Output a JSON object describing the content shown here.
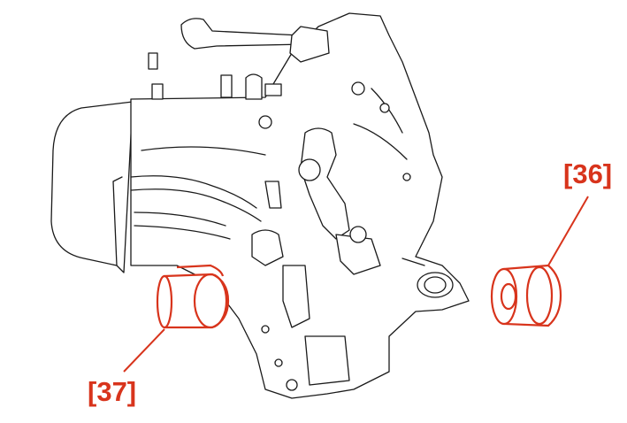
{
  "diagram": {
    "callouts": [
      {
        "id": "36",
        "text": "[36]"
      },
      {
        "id": "37",
        "text": "[37]"
      }
    ],
    "colors": {
      "line_art": "#1a1a1a",
      "highlight": "#d8341c",
      "background": "#ffffff"
    }
  }
}
